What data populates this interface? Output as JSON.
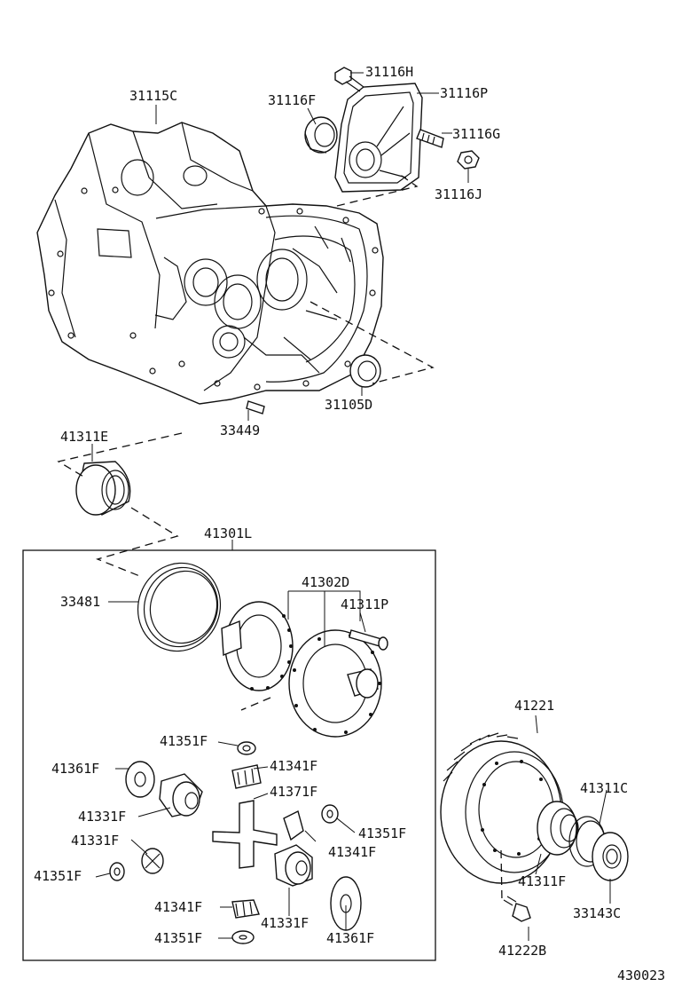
{
  "labels": {
    "p31115C": "31115C",
    "p31116H": "31116H",
    "p31116F": "31116F",
    "p31116P": "31116P",
    "p31116G": "31116G",
    "p31116J": "31116J",
    "p31105D": "31105D",
    "p33449": "33449",
    "p41311E": "41311E",
    "p41301L": "41301L",
    "p33481": "33481",
    "p41302D": "41302D",
    "p41311P": "41311P",
    "p41351F_a": "41351F",
    "p41341F_a": "41341F",
    "p41361F_a": "41361F",
    "p41371F": "41371F",
    "p41331F_a": "41331F",
    "p41351F_b": "41351F",
    "p41331F_b": "41331F",
    "p41341F_b": "41341F",
    "p41351F_c": "41351F",
    "p41341F_c": "41341F",
    "p41331F_c": "41331F",
    "p41351F_d": "41351F",
    "p41361F_b": "41361F",
    "p41221": "41221",
    "p41311C": "41311C",
    "p41311F": "41311F",
    "p33143C": "33143C",
    "p41222B": "41222B",
    "figure_id": "430023"
  }
}
